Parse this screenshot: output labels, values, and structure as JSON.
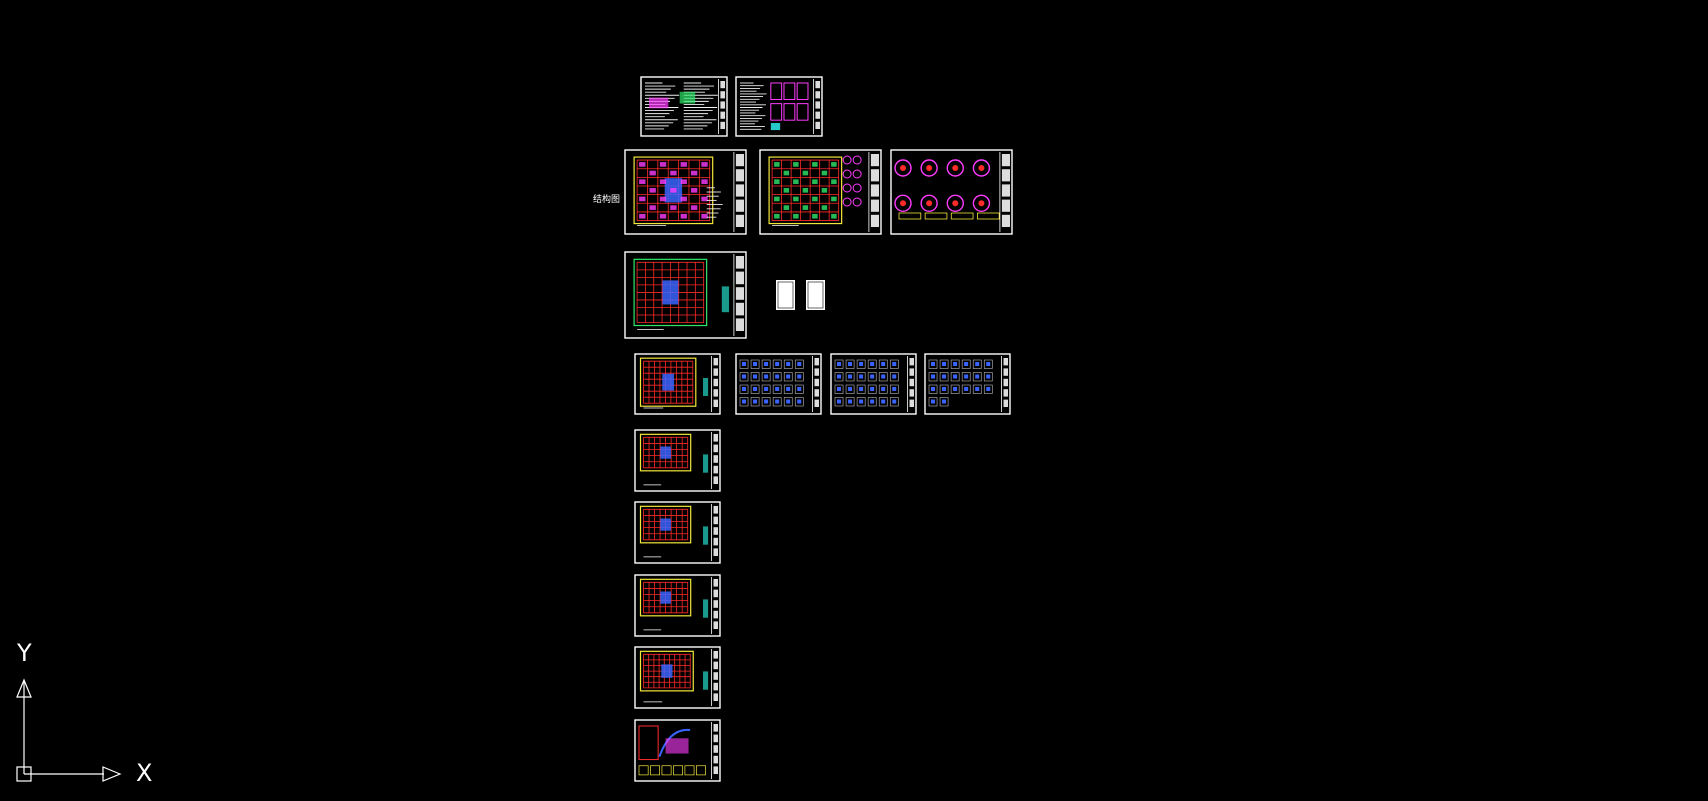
{
  "viewport": {
    "background": "#000000"
  },
  "ucs": {
    "x_label": "X",
    "y_label": "Y"
  },
  "drawing": {
    "side_label": "结构图",
    "colors": {
      "frame": "#ffffff",
      "grid_red": "#ff2a2a",
      "magenta": "#ff3cff",
      "green": "#2ee86a",
      "yellow": "#f2e63a",
      "cyan": "#27c8c8",
      "blue": "#3a64ff",
      "teal": "#1a9a8c"
    },
    "sheets": [
      {
        "id": "design-notes-1",
        "kind": "notes"
      },
      {
        "id": "design-notes-2",
        "kind": "notes-details"
      },
      {
        "id": "foundation-plan",
        "kind": "plan-heavy"
      },
      {
        "id": "pile-plan",
        "kind": "plan-green"
      },
      {
        "id": "pile-details",
        "kind": "details-round"
      },
      {
        "id": "roof-plan",
        "kind": "plan-green-blue"
      },
      {
        "id": "blank-1",
        "kind": "blank"
      },
      {
        "id": "blank-2",
        "kind": "blank"
      },
      {
        "id": "floor-plan-1",
        "kind": "plan-red"
      },
      {
        "id": "beam-sections-1",
        "kind": "sections"
      },
      {
        "id": "beam-sections-2",
        "kind": "sections"
      },
      {
        "id": "beam-sections-3",
        "kind": "sections-partial"
      },
      {
        "id": "floor-plan-2",
        "kind": "plan-small"
      },
      {
        "id": "floor-plan-3",
        "kind": "plan-small"
      },
      {
        "id": "floor-plan-4",
        "kind": "plan-small"
      },
      {
        "id": "floor-plan-5",
        "kind": "plan-red-small"
      },
      {
        "id": "stair-details",
        "kind": "stair"
      }
    ]
  }
}
